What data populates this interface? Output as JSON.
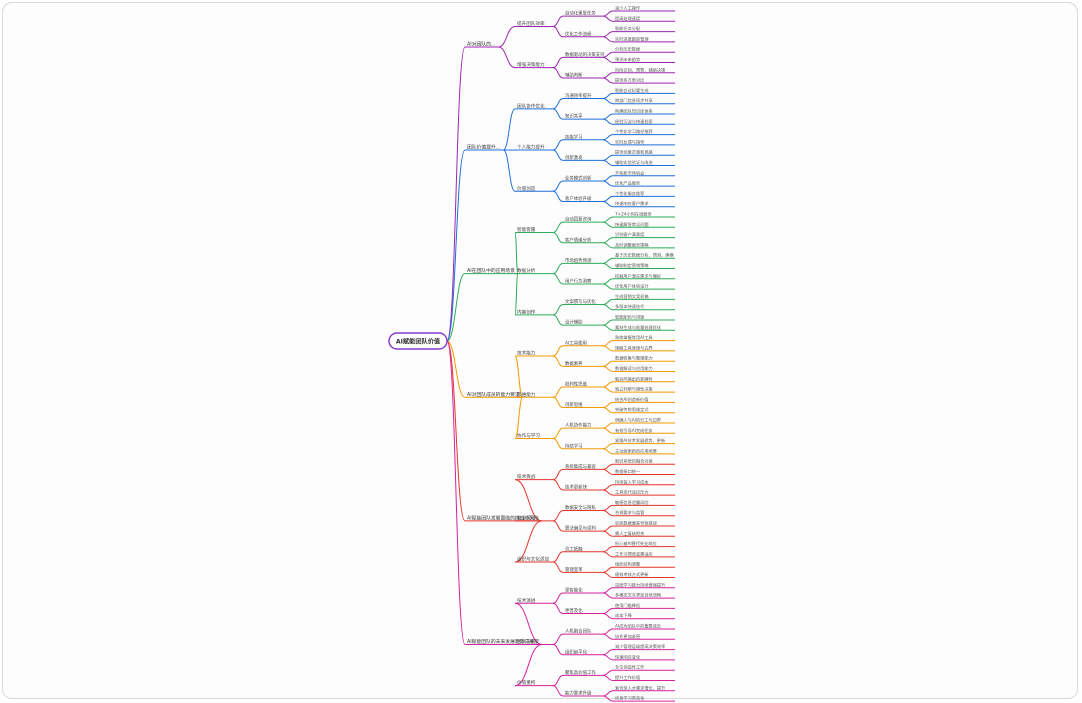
{
  "root": {
    "label": "AI赋能团队价值"
  },
  "colors": [
    "#9c27b0",
    "#1e6fd9",
    "#2eaa5a",
    "#f29a00",
    "#e5352b",
    "#d6209f"
  ],
  "branches": [
    {
      "label": "AI对团队的...",
      "children": [
        {
          "label": "提升团队效率",
          "children": [
            {
              "label": "自动化重复任务",
              "children": [
                "减少人工操作",
                "提高处理速度"
              ]
            },
            {
              "label": "优化工作流程",
              "children": [
                "智能任务分配",
                "实时进度跟踪管理"
              ]
            }
          ]
        },
        {
          "label": "增强决策能力",
          "children": [
            {
              "label": "数据驱动的决策支持",
              "children": [
                "分析历史数据",
                "预测未来趋势"
              ]
            },
            {
              "label": "辅助判断",
              "children": [
                "风险识别、预警、辅助决策",
                "提供多方案对比"
              ]
            }
          ]
        }
      ]
    },
    {
      "label": "团队价值提升...",
      "children": [
        {
          "label": "团队协作优化",
          "children": [
            {
              "label": "沟通效率提升",
              "children": [
                "智能会议纪要生成",
                "跨部门信息同步共享"
              ]
            },
            {
              "label": "知识共享",
              "children": [
                "构建团队知识库体系",
                "经验沉淀与快速检索"
              ]
            }
          ]
        },
        {
          "label": "个人能力提升",
          "children": [
            {
              "label": "技能学习",
              "children": [
                "个性化学习路径推荐",
                "实时反馈与指导"
              ]
            },
            {
              "label": "创新激发",
              "children": [
                "提供创意灵感和思路",
                "辅助实验验证与改进"
              ]
            }
          ]
        },
        {
          "label": "价值创造",
          "children": [
            {
              "label": "业务模式创新",
              "children": [
                "开拓新市场机会",
                "优化产品服务"
              ]
            },
            {
              "label": "客户体验升级",
              "children": [
                "个性化服务推荐",
                "快速响应客户需求"
              ]
            }
          ]
        }
      ]
    },
    {
      "label": "AI在团队中的应用场景",
      "children": [
        {
          "label": "智能客服",
          "children": [
            {
              "label": "自动回复咨询",
              "children": [
                "7×24小时在线服务",
                "快速解答常见问题"
              ]
            },
            {
              "label": "客户情绪分析",
              "children": [
                "识别客户满意度",
                "及时调整服务策略"
              ]
            }
          ]
        },
        {
          "label": "数据分析",
          "children": [
            {
              "label": "市场趋势预测",
              "children": [
                "基于历史数据分析、预测、建模",
                "辅助制定营销策略"
              ]
            },
            {
              "label": "用户行为洞察",
              "children": [
                "挖掘用户潜在需求与偏好",
                "优化用户体验设计"
              ]
            }
          ]
        },
        {
          "label": "内容创作",
          "children": [
            {
              "label": "文案撰写与优化",
              "children": [
                "生成营销文案初稿",
                "多版本快速迭代"
              ]
            },
            {
              "label": "设计辅助",
              "children": [
                "智能配色与排版",
                "素材生成与批量处理优化"
              ]
            }
          ]
        }
      ]
    },
    {
      "label": "AI对团队成员的能力要求",
      "children": [
        {
          "label": "技术能力",
          "children": [
            {
              "label": "AI工具使用",
              "children": [
                "熟练掌握常用AI工具",
                "理解工具原理与边界"
              ]
            },
            {
              "label": "数据素养",
              "children": [
                "数据收集与整理能力",
                "数据解读与应用能力"
              ]
            }
          ]
        },
        {
          "label": "思维能力",
          "children": [
            {
              "label": "批判性思维",
              "children": [
                "甄别AI输出的准确性",
                "独立判断与理性决策"
              ]
            },
            {
              "label": "创新思维",
              "children": [
                "结合AI创造新价值",
                "突破传统思维定式"
              ]
            }
          ]
        },
        {
          "label": "协作与学习",
          "children": [
            {
              "label": "人机协作能力",
              "children": [
                "明确人与AI的分工与边界",
                "有效引导AI完成任务"
              ]
            },
            {
              "label": "持续学习",
              "children": [
                "紧跟AI技术发展趋势、更新",
                "主动探索新的应用场景"
              ]
            }
          ]
        }
      ]
    },
    {
      "label": "AI赋能团队发展面临的挑战与风险",
      "children": [
        {
          "label": "技术挑战",
          "children": [
            {
              "label": "系统集成与兼容",
              "children": [
                "新旧系统的融合对接",
                "数据接口统一"
              ]
            },
            {
              "label": "技术更新快",
              "children": [
                "持续投入学习成本",
                "工具迭代适应压力"
              ]
            }
          ]
        },
        {
          "label": "安全风险",
          "children": [
            {
              "label": "数据安全与隐私",
              "children": [
                "敏感信息泄露风险",
                "合规要求与监管"
              ]
            },
            {
              "label": "算法偏见与误判",
              "children": [
                "训练数据偏差导致错误",
                "需人工复核把关"
              ]
            }
          ]
        },
        {
          "label": "组织与文化适应",
          "children": [
            {
              "label": "员工抵触",
              "children": [
                "担心被AI替代失业岗位",
                "工作习惯改变需适应"
              ]
            },
            {
              "label": "管理变革",
              "children": [
                "组织结构调整",
                "绩效考核方式更新"
              ]
            }
          ]
        }
      ]
    },
    {
      "label": "AI赋能团队的未来发展趋势与展望",
      "children": [
        {
          "label": "技术演进",
          "children": [
            {
              "label": "更智能化",
              "children": [
                "深度学习能力持续增强提升",
                "多模态交互更加自然流畅"
              ]
            },
            {
              "label": "更普及化",
              "children": [
                "使用门槛降低",
                "成本下降"
              ]
            }
          ]
        },
        {
          "label": "团队形态",
          "children": [
            {
              "label": "人机融合团队",
              "children": [
                "AI成为团队中的重要成员",
                "协作更加紧密"
              ]
            },
            {
              "label": "组织扁平化",
              "children": [
                "减少管理层级提高决策效率",
                "快速响应变化"
              ]
            }
          ]
        },
        {
          "label": "价值重构",
          "children": [
            {
              "label": "聚焦高价值工作",
              "children": [
                "专注创造性工作",
                "提升工作价值"
              ]
            },
            {
              "label": "能力要求升级",
              "children": [
                "复合型人才需求增长、提升",
                "终身学习常态化"
              ]
            }
          ]
        }
      ]
    }
  ]
}
